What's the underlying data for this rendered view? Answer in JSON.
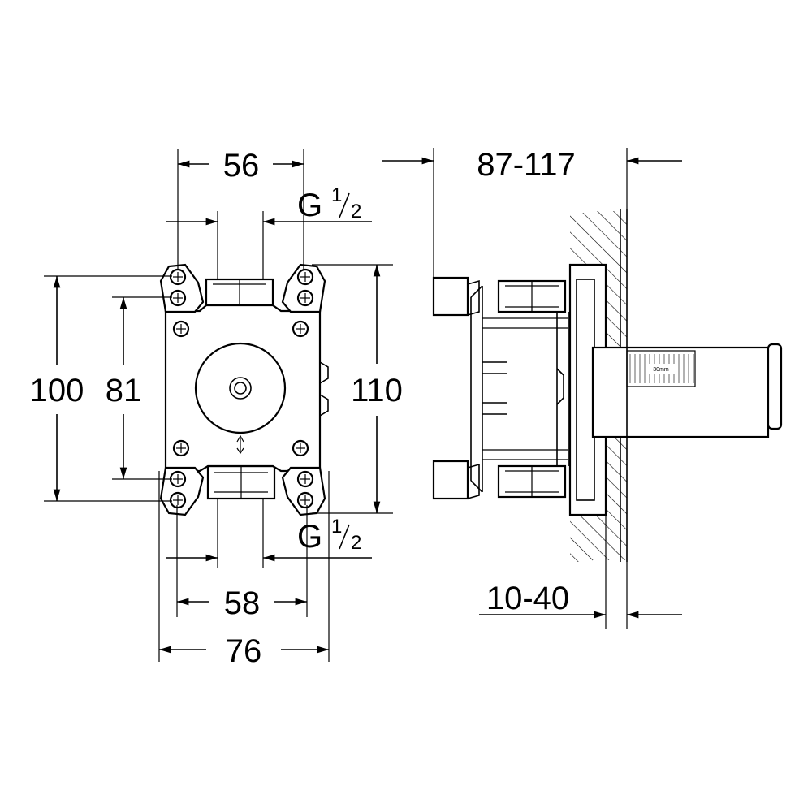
{
  "front_view": {
    "dims": {
      "top_width": "56",
      "bottom_inner_width": "58",
      "bottom_outer_width": "76",
      "outer_height": "100",
      "inner_height": "81",
      "right_height": "110"
    },
    "thread_top": {
      "base": "G",
      "num": "1",
      "den": "2"
    },
    "thread_bottom": {
      "base": "G",
      "num": "1",
      "den": "2"
    }
  },
  "side_view": {
    "dims": {
      "depth_range": "87-117",
      "wall_range": "10-40"
    },
    "scale_label": "30mm"
  }
}
